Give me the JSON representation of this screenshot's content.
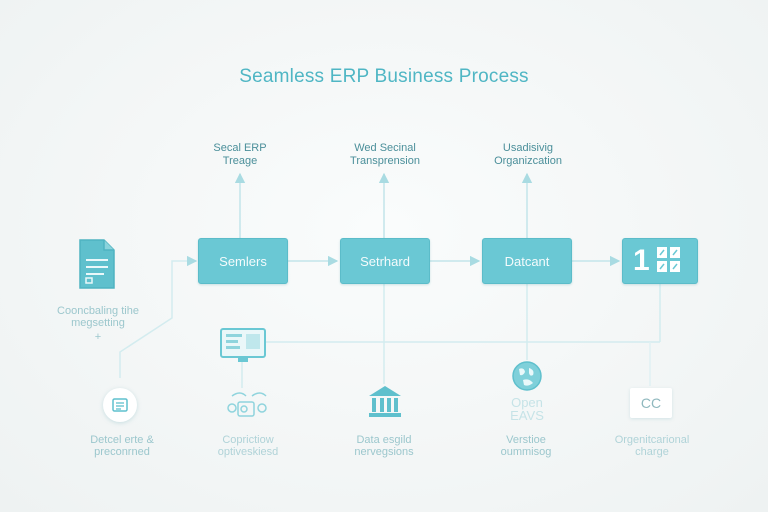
{
  "title": "Seamless ERP Business Process",
  "top_labels": [
    {
      "line1": "Secal ERP",
      "line2": "Treage"
    },
    {
      "line1": "Wed Secinal",
      "line2": "Transprension"
    },
    {
      "line1": "Usadisivig",
      "line2": "Organizcation"
    }
  ],
  "process_boxes": [
    {
      "label": "Semlers"
    },
    {
      "label": "Setrhard"
    },
    {
      "label": "Datcant"
    }
  ],
  "final_box": {
    "big_digit": "1"
  },
  "left_document_label": {
    "line1": "Cooncbaling tihe",
    "line2": "megsetting",
    "plus": "+"
  },
  "bottom_labels": [
    {
      "line1": "Detcel erte &",
      "line2": "preconrned"
    },
    {
      "line1": "Coprictiow",
      "line2": "optiveskiesd"
    },
    {
      "line1": "Data esgild",
      "line2": "nervegsions"
    },
    {
      "line1": "Verstioe",
      "line2": "oummisog"
    },
    {
      "line1": "Orgenitcarional",
      "line2": "charge"
    }
  ],
  "globe_text": {
    "line1": "Open",
    "line2": "EAVS"
  },
  "cc_icon_text": "CC",
  "colors": {
    "accent": "#6ac8d4",
    "title": "#4fb6c4",
    "line": "#a9dbe2",
    "soft_text": "#9cc7cd"
  },
  "icons": [
    "document-icon",
    "list-icon",
    "monitor-icon",
    "workflow-icon",
    "bank-icon",
    "globe-icon",
    "cc-icon",
    "grid-icon"
  ]
}
